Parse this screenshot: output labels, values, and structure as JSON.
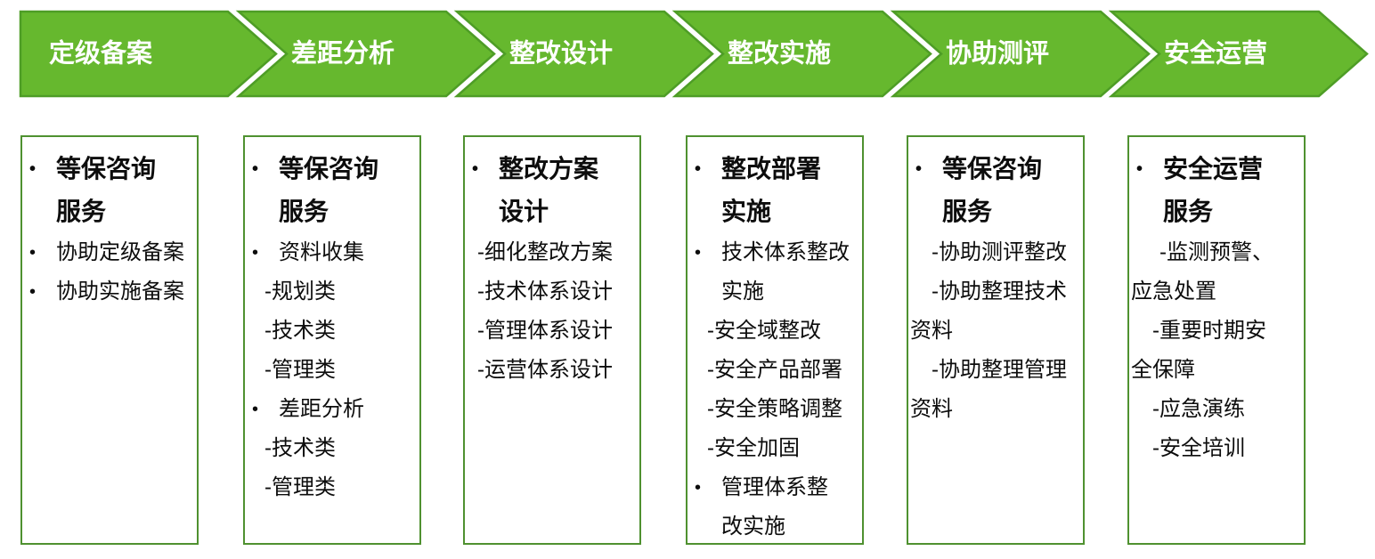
{
  "colors": {
    "chevron_fill": "#66B82E",
    "chevron_border": "#4E9D26",
    "box_border": "#4F9130",
    "text": "#0d0d0d",
    "step_text": "#ffffff"
  },
  "columns": [
    {
      "step": "定级备案",
      "lines": [
        {
          "t": "等保咨询",
          "s": "h1"
        },
        {
          "t": "服务",
          "s": "h2"
        },
        {
          "t": "协助定级备案",
          "s": "li1"
        },
        {
          "t": "协助实施备案",
          "s": "li1"
        }
      ]
    },
    {
      "step": "差距分析",
      "lines": [
        {
          "t": "等保咨询",
          "s": "h1"
        },
        {
          "t": "服务",
          "s": "h2"
        },
        {
          "t": "资料收集",
          "s": "li1"
        },
        {
          "t": "-规划类",
          "s": "d1"
        },
        {
          "t": "-技术类",
          "s": "d1"
        },
        {
          "t": "-管理类",
          "s": "d1"
        },
        {
          "t": "差距分析",
          "s": "li1"
        },
        {
          "t": "-技术类",
          "s": "d1"
        },
        {
          "t": "-管理类",
          "s": "d1"
        }
      ]
    },
    {
      "step": "整改设计",
      "lines": [
        {
          "t": "整改方案",
          "s": "h1"
        },
        {
          "t": "设计",
          "s": "h2"
        },
        {
          "t": "-细化整改方案",
          "s": "d0"
        },
        {
          "t": "-技术体系设计",
          "s": "d0"
        },
        {
          "t": "-管理体系设计",
          "s": "d0"
        },
        {
          "t": "-运营体系设计",
          "s": "d0"
        }
      ]
    },
    {
      "step": "整改实施",
      "lines": [
        {
          "t": "整改部署",
          "s": "h1"
        },
        {
          "t": "实施",
          "s": "h2"
        },
        {
          "t": "技术体系整改",
          "s": "li1"
        },
        {
          "t": "实施",
          "s": "li2"
        },
        {
          "t": "-安全域整改",
          "s": "d1"
        },
        {
          "t": "-安全产品部署",
          "s": "d1"
        },
        {
          "t": "-安全策略调整",
          "s": "d1"
        },
        {
          "t": "-安全加固",
          "s": "d1"
        },
        {
          "t": "管理体系整",
          "s": "li1"
        },
        {
          "t": "改实施",
          "s": "li2"
        }
      ]
    },
    {
      "step": "协助测评",
      "lines": [
        {
          "t": "等保咨询",
          "s": "h1"
        },
        {
          "t": "服务",
          "s": "h2"
        },
        {
          "t": "-协助测评整改",
          "s": "d2"
        },
        {
          "t": "-协助整理技术",
          "s": "d2"
        },
        {
          "t": "资料",
          "s": "c0"
        },
        {
          "t": "-协助整理管理",
          "s": "d2"
        },
        {
          "t": "资料",
          "s": "c0"
        }
      ]
    },
    {
      "step": "安全运营",
      "lines": [
        {
          "t": "安全运营",
          "s": "h1"
        },
        {
          "t": "服务",
          "s": "h2"
        },
        {
          "t": "-监测预警、",
          "s": "d3"
        },
        {
          "t": "应急处置",
          "s": "c0"
        },
        {
          "t": "-重要时期安",
          "s": "d2"
        },
        {
          "t": "全保障",
          "s": "c0"
        },
        {
          "t": "-应急演练",
          "s": "d2"
        },
        {
          "t": "-安全培训",
          "s": "d2"
        }
      ]
    }
  ]
}
